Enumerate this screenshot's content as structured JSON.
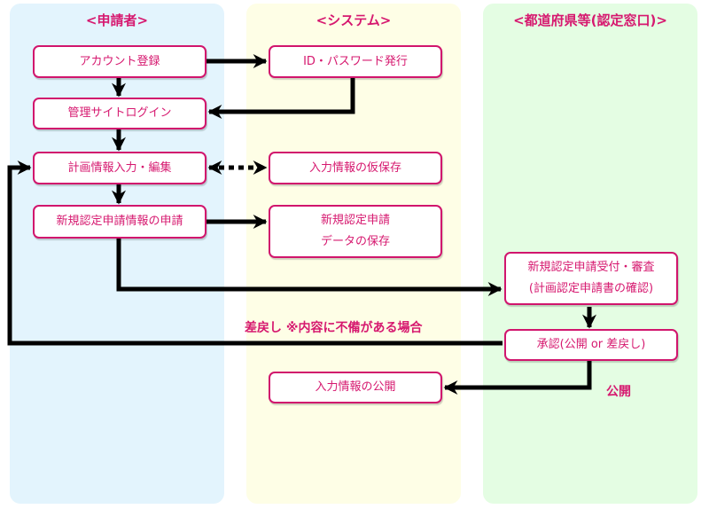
{
  "colors": {
    "lane_applicant": "#e3f4fd",
    "lane_system": "#fefee6",
    "lane_prefecture": "#e4fde3",
    "accent": "#d6186f",
    "arrow": "#000000"
  },
  "lanes": [
    {
      "id": "applicant",
      "title": "<申請者>"
    },
    {
      "id": "system",
      "title": "<システム>"
    },
    {
      "id": "prefecture",
      "title": "<都道府県等(認定窓口)>"
    }
  ],
  "boxes": {
    "account_registration": {
      "lines": [
        "アカウント登録"
      ]
    },
    "admin_login": {
      "lines": [
        "管理サイトログイン"
      ]
    },
    "plan_input_edit": {
      "lines": [
        "計画情報入力・編集"
      ]
    },
    "new_application_submit": {
      "lines": [
        "新規認定申請情報の申請"
      ]
    },
    "id_password_issue": {
      "lines": [
        "ID・パスワード発行"
      ]
    },
    "temporary_save": {
      "lines": [
        "入力情報の仮保存"
      ]
    },
    "application_data_save": {
      "lines": [
        "新規認定申請",
        "データの保存"
      ]
    },
    "receipt_review": {
      "lines": [
        "新規認定申請受付・審査",
        "(計画認定申請書の確認)"
      ]
    },
    "approval": {
      "lines": [
        "承認(公開 or 差戻し)"
      ]
    },
    "publish_info": {
      "lines": [
        "入力情報の公開"
      ]
    }
  },
  "labels": {
    "send_back": "差戻し ※内容に不備がある場合",
    "publish": "公開"
  }
}
